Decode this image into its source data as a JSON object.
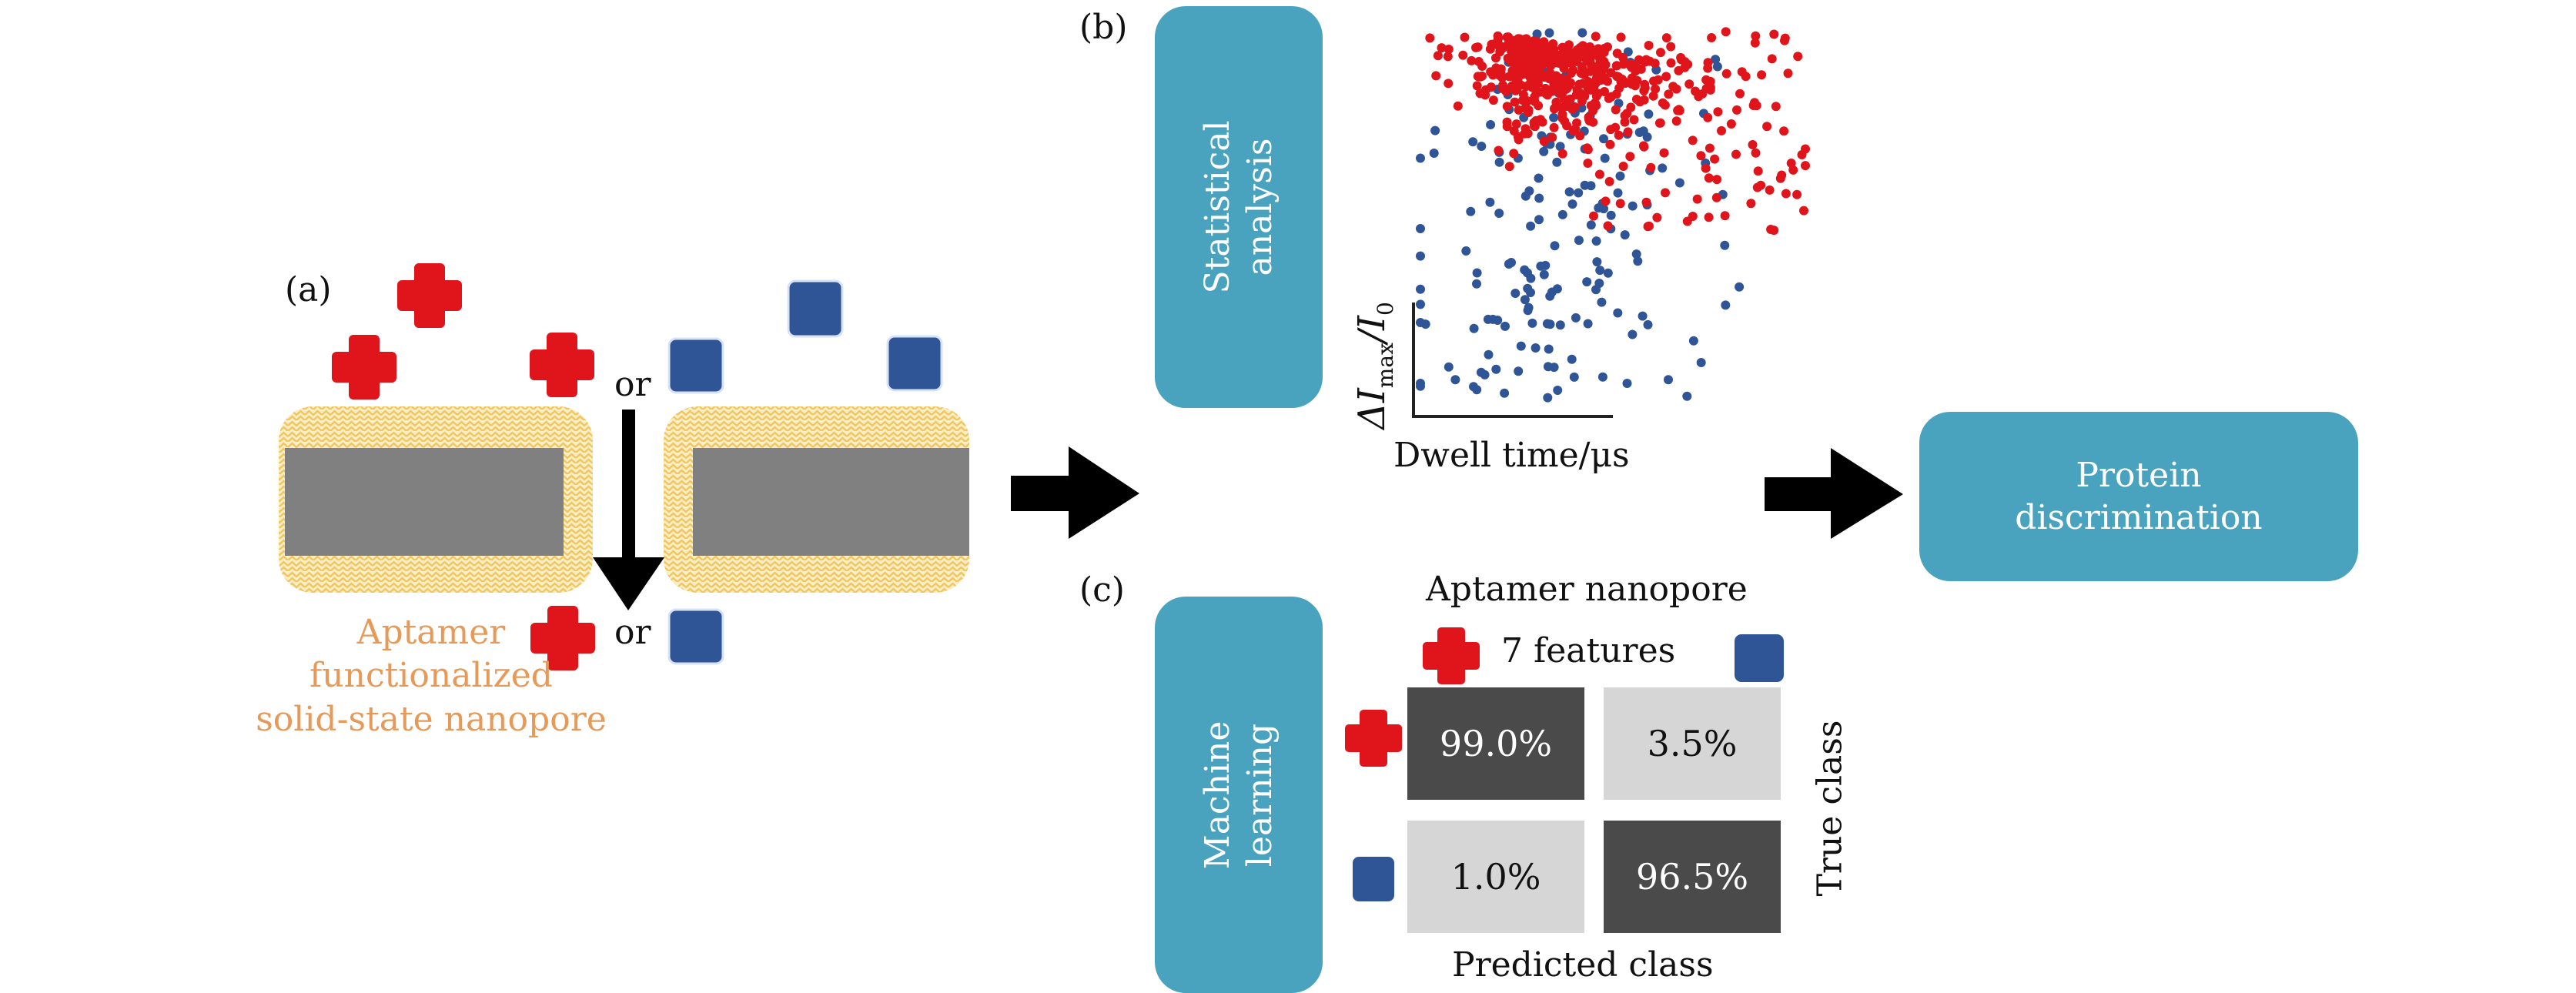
{
  "panels": {
    "a": "(a)",
    "b": "(b)",
    "c": "(c)"
  },
  "panel_a": {
    "or_top": "or",
    "or_bottom": "or",
    "caption_lines": [
      "Aptamer",
      "functionalized",
      "solid-state nanopore"
    ],
    "colors": {
      "protein_a": "#e0151b",
      "protein_b": "#2f5597",
      "membrane": "#808080",
      "coating": "#f3d48a",
      "caption": "#e59a5a"
    },
    "icons": [
      "red-cross-protein",
      "blue-square-protein",
      "down-arrow",
      "right-arrow"
    ]
  },
  "panel_b": {
    "box_lines": [
      "Statistical",
      "analysis"
    ],
    "ylabel": "ΔI",
    "ylabel_sub": "max",
    "ylabel_tail": "/I",
    "ylabel_tail_sub": "0",
    "xlabel": "Dwell time/μs"
  },
  "panel_c": {
    "box_lines": [
      "Machine",
      "learning"
    ],
    "title": "Aptamer nanopore",
    "features": "7 features",
    "true_class": "True class",
    "predicted_class": "Predicted class",
    "matrix": [
      [
        "99.0%",
        "3.5%"
      ],
      [
        "1.0%",
        "96.5%"
      ]
    ]
  },
  "result_box": {
    "lines": [
      "Protein",
      "discrimination"
    ]
  },
  "chart_data": {
    "type": "scatter",
    "xlabel": "Dwell time/μs",
    "ylabel": "ΔI_max/I_0",
    "grid": false,
    "series": [
      {
        "color": "#e0151b",
        "count": 560
      },
      {
        "color": "#2f5597",
        "count": 170
      }
    ]
  }
}
